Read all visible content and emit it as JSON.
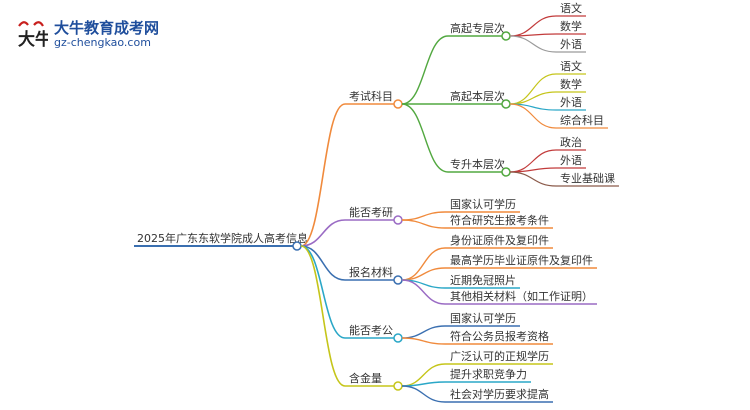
{
  "logo": {
    "name": "大牛教育成考网",
    "url": "gz-chengkao.com"
  },
  "root": {
    "label": "2025年广东东软学院成人高考信息",
    "color": "#3a6fb0"
  },
  "branches": [
    {
      "label": "考试科目",
      "color": "#f08a3c",
      "children": [
        {
          "label": "高起专层次",
          "color": "#52a840",
          "children": [
            {
              "label": "语文",
              "color": "#c23b3b"
            },
            {
              "label": "数学",
              "color": "#c23b3b"
            },
            {
              "label": "外语",
              "color": "#9a9a9a"
            }
          ]
        },
        {
          "label": "高起本层次",
          "color": "#52a840",
          "children": [
            {
              "label": "语文",
              "color": "#c5c51a"
            },
            {
              "label": "数学",
              "color": "#c5c51a"
            },
            {
              "label": "外语",
              "color": "#2aa7c7"
            },
            {
              "label": "综合科目",
              "color": "#f08a3c"
            }
          ]
        },
        {
          "label": "专升本层次",
          "color": "#52a840",
          "children": [
            {
              "label": "政治",
              "color": "#c23b3b"
            },
            {
              "label": "外语",
              "color": "#c23b3b"
            },
            {
              "label": "专业基础课",
              "color": "#8b5a4a"
            }
          ]
        }
      ]
    },
    {
      "label": "能否考研",
      "color": "#9a6bc4",
      "children": [
        {
          "label": "国家认可学历",
          "color": "#f08a3c"
        },
        {
          "label": "符合研究生报考条件",
          "color": "#f08a3c"
        }
      ]
    },
    {
      "label": "报名材料",
      "color": "#3a6fb0",
      "children": [
        {
          "label": "身份证原件及复印件",
          "color": "#f08a3c"
        },
        {
          "label": "最高学历毕业证原件及复印件",
          "color": "#f08a3c"
        },
        {
          "label": "近期免冠照片",
          "color": "#2aa7c7"
        },
        {
          "label": "其他相关材料（如工作证明）",
          "color": "#9a6bc4"
        }
      ]
    },
    {
      "label": "能否考公",
      "color": "#2aa7c7",
      "children": [
        {
          "label": "国家认可学历",
          "color": "#3a6fb0"
        },
        {
          "label": "符合公务员报考资格",
          "color": "#f08a3c"
        }
      ]
    },
    {
      "label": "含金量",
      "color": "#c5c51a",
      "children": [
        {
          "label": "广泛认可的正规学历",
          "color": "#c5c51a"
        },
        {
          "label": "提升求职竞争力",
          "color": "#2aa7c7"
        },
        {
          "label": "社会对学历要求提高",
          "color": "#3a6fb0"
        }
      ]
    }
  ]
}
